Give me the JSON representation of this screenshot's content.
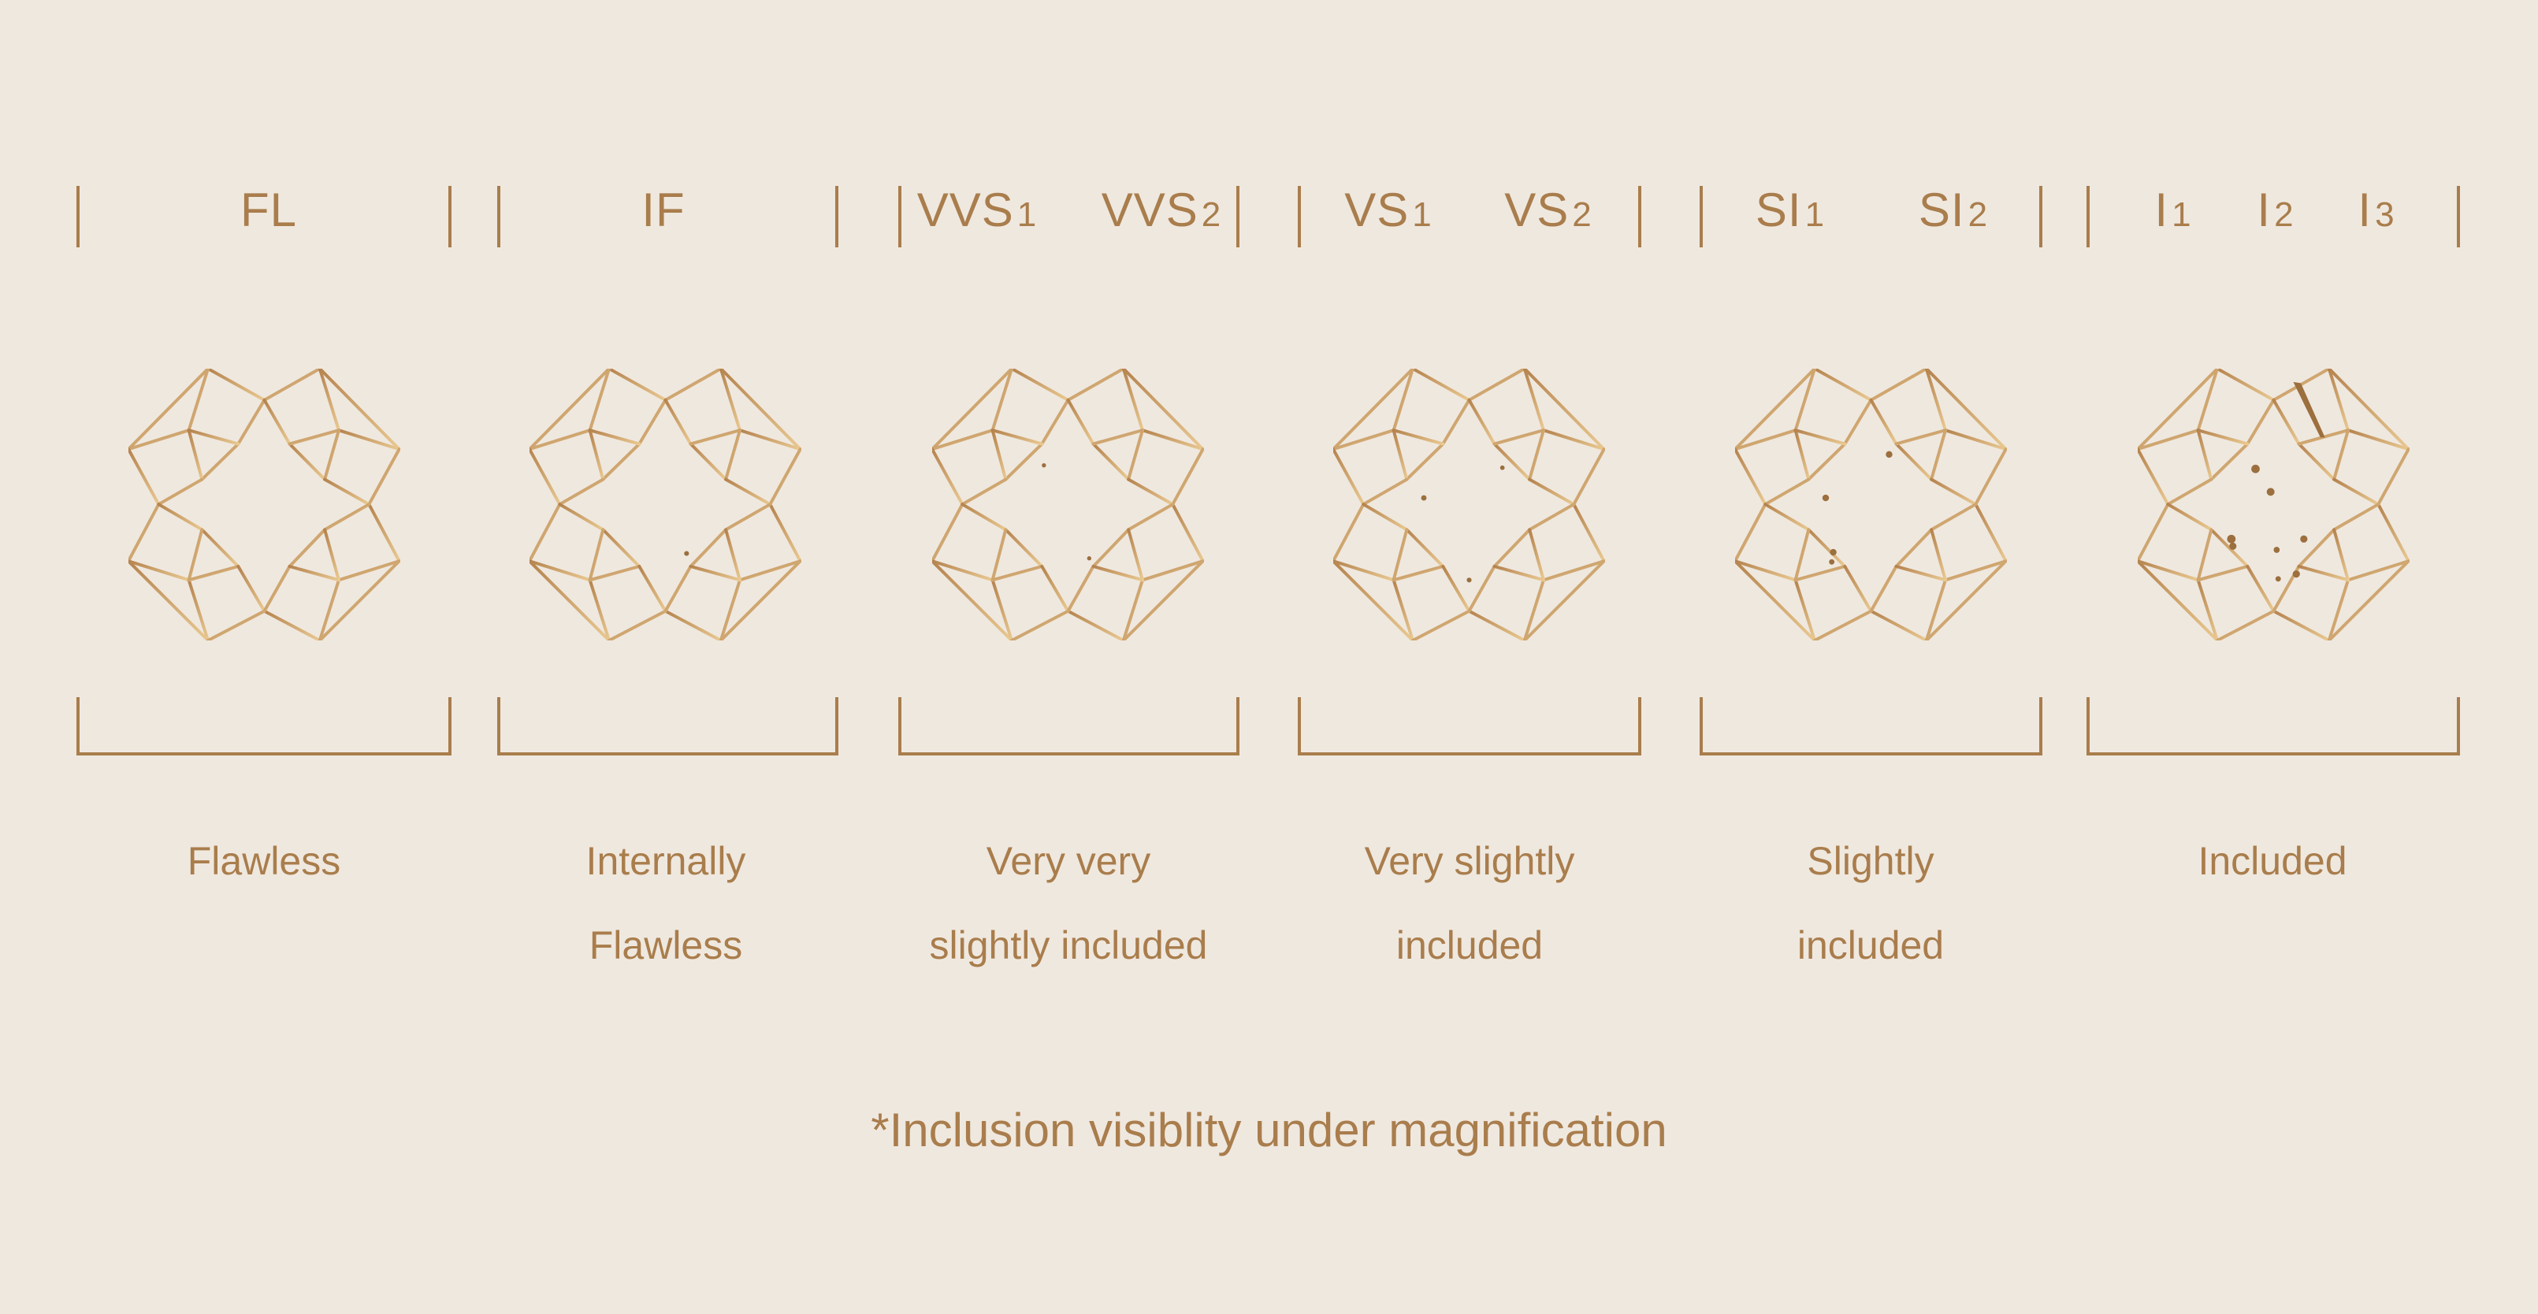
{
  "colors": {
    "background": "#efe8df",
    "text": "#a97d4c",
    "gradient_start": "#b5834e",
    "gradient_end": "#e9c991",
    "inclusion": "#9c6f3e"
  },
  "groups": [
    {
      "grades": [
        {
          "base": "FL",
          "num": ""
        }
      ],
      "description_lines": [
        "Flawless"
      ]
    },
    {
      "grades": [
        {
          "base": "IF",
          "num": ""
        }
      ],
      "description_lines": [
        "Internally",
        "Flawless"
      ]
    },
    {
      "grades": [
        {
          "base": "VVS",
          "num": "1"
        },
        {
          "base": "VVS",
          "num": "2"
        }
      ],
      "description_lines": [
        "Very very",
        "slightly included"
      ]
    },
    {
      "grades": [
        {
          "base": "VS",
          "num": "1"
        },
        {
          "base": "VS",
          "num": "2"
        }
      ],
      "description_lines": [
        "Very slightly",
        "included"
      ]
    },
    {
      "grades": [
        {
          "base": "SI",
          "num": "1"
        },
        {
          "base": "SI",
          "num": "2"
        }
      ],
      "description_lines": [
        "Slightly",
        "included"
      ]
    },
    {
      "grades": [
        {
          "base": "I",
          "num": "1"
        },
        {
          "base": "I",
          "num": "2"
        },
        {
          "base": "I",
          "num": "3"
        }
      ],
      "description_lines": [
        "Included"
      ]
    }
  ],
  "footer": "*Inclusion visiblity under magnification"
}
